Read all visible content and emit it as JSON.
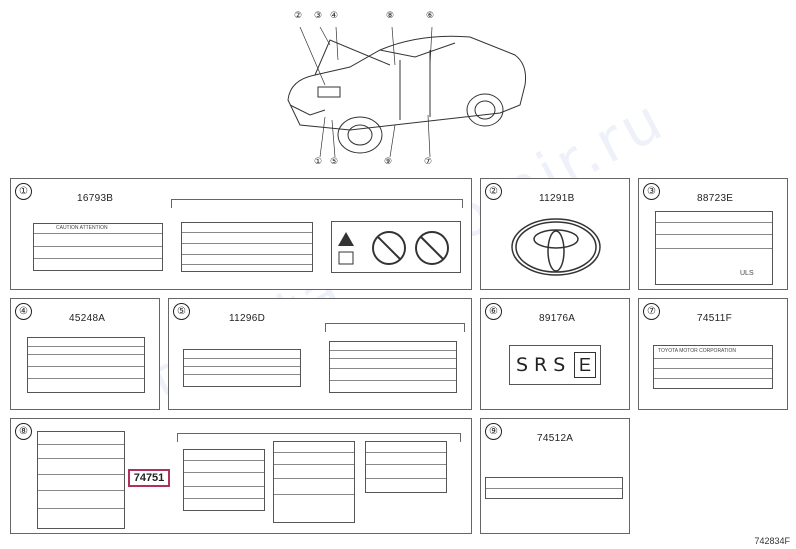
{
  "overview": {
    "callouts": [
      "②",
      "③",
      "④",
      "⑧",
      "⑥",
      "①",
      "⑤",
      "⑨",
      "⑦"
    ]
  },
  "panels": [
    {
      "num": "①",
      "part": "16793B",
      "label_a_header": "CAUTION  ATTENTION"
    },
    {
      "num": "②",
      "part": "11291B"
    },
    {
      "num": "③",
      "part": "88723E",
      "label_header": "ULS"
    },
    {
      "num": "④",
      "part": "45248A"
    },
    {
      "num": "⑤",
      "part": "11296D"
    },
    {
      "num": "⑥",
      "part": "89176A",
      "srs_text": "SRS",
      "srs_letter": "E"
    },
    {
      "num": "⑦",
      "part": "74511F",
      "label_header": "TOYOTA MOTOR CORPORATION"
    },
    {
      "num": "⑧",
      "part": "74751"
    },
    {
      "num": "⑨",
      "part": "74512A"
    }
  ],
  "reference": "742834F",
  "watermark": "toyota-avtomir.ru"
}
